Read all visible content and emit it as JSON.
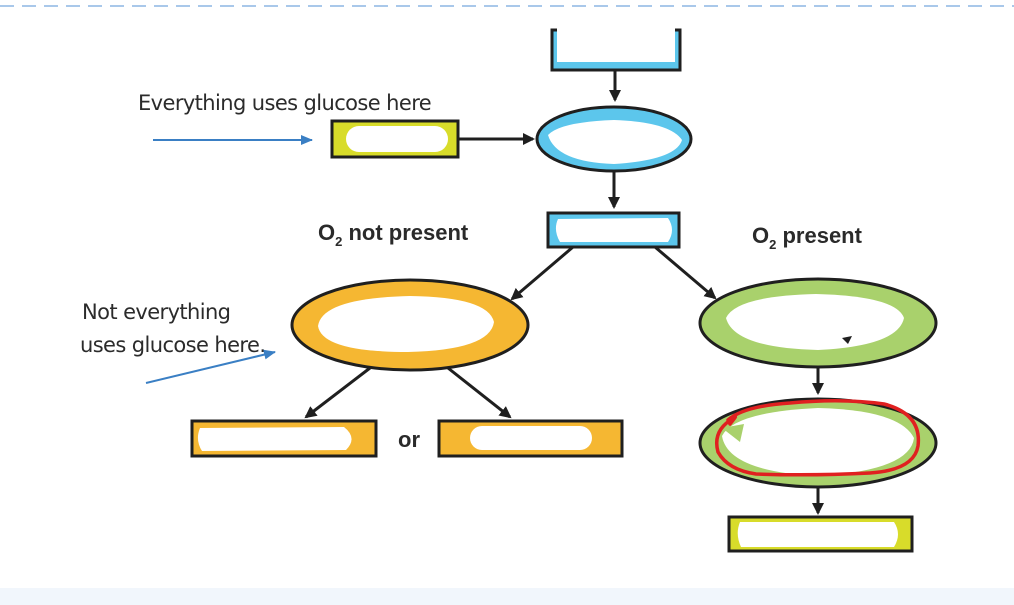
{
  "diagram": {
    "annotations": {
      "top": "Everything uses glucose here",
      "bottom_line1": "Not everything",
      "bottom_line2": "uses glucose here."
    },
    "labels": {
      "o2_not_present_prefix": "O",
      "o2_not_present_sub": "2",
      "o2_not_present_suffix": " not present",
      "o2_present_prefix": "O",
      "o2_present_sub": "2",
      "o2_present_suffix": " present",
      "or": "or"
    },
    "colors": {
      "blue": "#5cc6ec",
      "yellow": "#d8dc2a",
      "orange": "#f5b732",
      "green": "#a9d16c",
      "red_marker": "#e02020",
      "annotation_arrow": "#3a7fc4",
      "dashed_border": "#a9c8ea",
      "outline": "#1f1f1f"
    }
  }
}
